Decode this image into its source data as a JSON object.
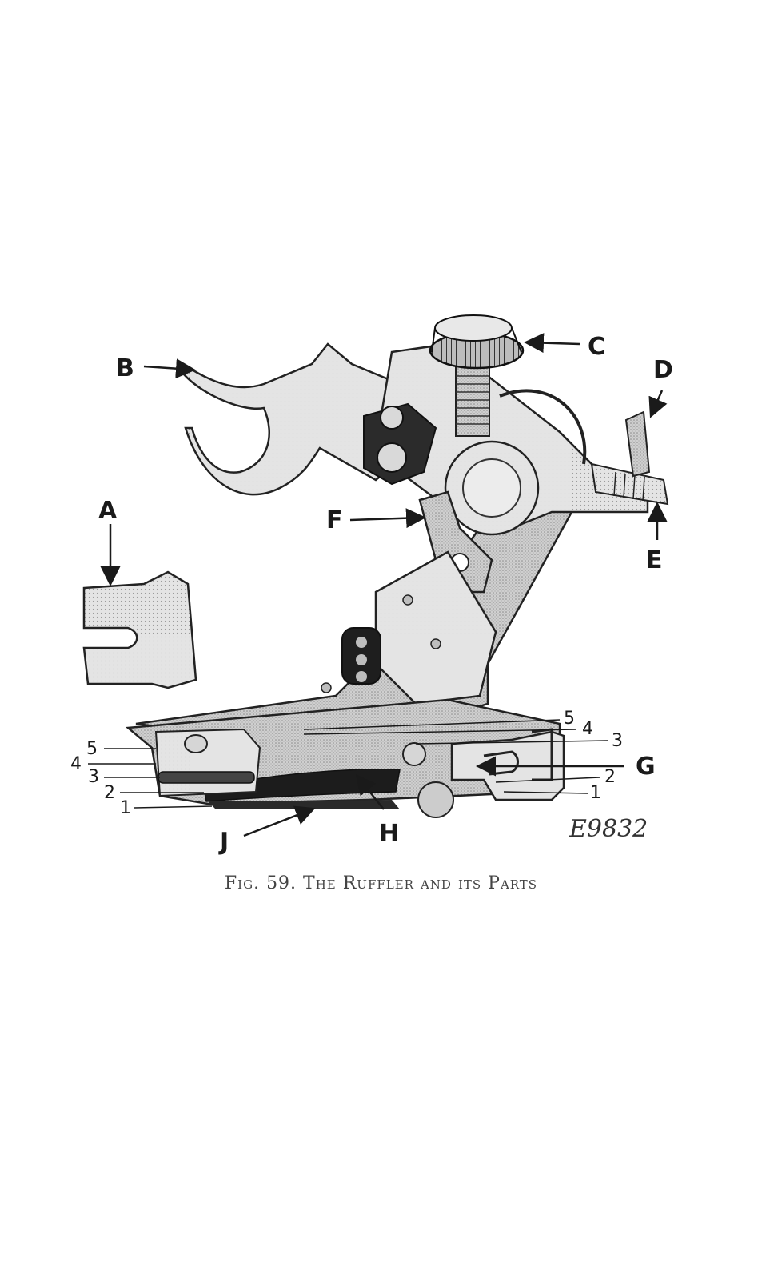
{
  "figure": {
    "plate_number": "E9832",
    "caption": "Fig. 59.  The Ruffler and its Parts"
  },
  "callouts": {
    "A": "A",
    "B": "B",
    "C": "C",
    "D": "D",
    "E": "E",
    "F": "F",
    "G": "G",
    "H": "H",
    "J": "J"
  },
  "layers_left": [
    "5",
    "4",
    "3",
    "2",
    "1"
  ],
  "layers_right": [
    "5",
    "4",
    "3",
    "2",
    "1"
  ]
}
